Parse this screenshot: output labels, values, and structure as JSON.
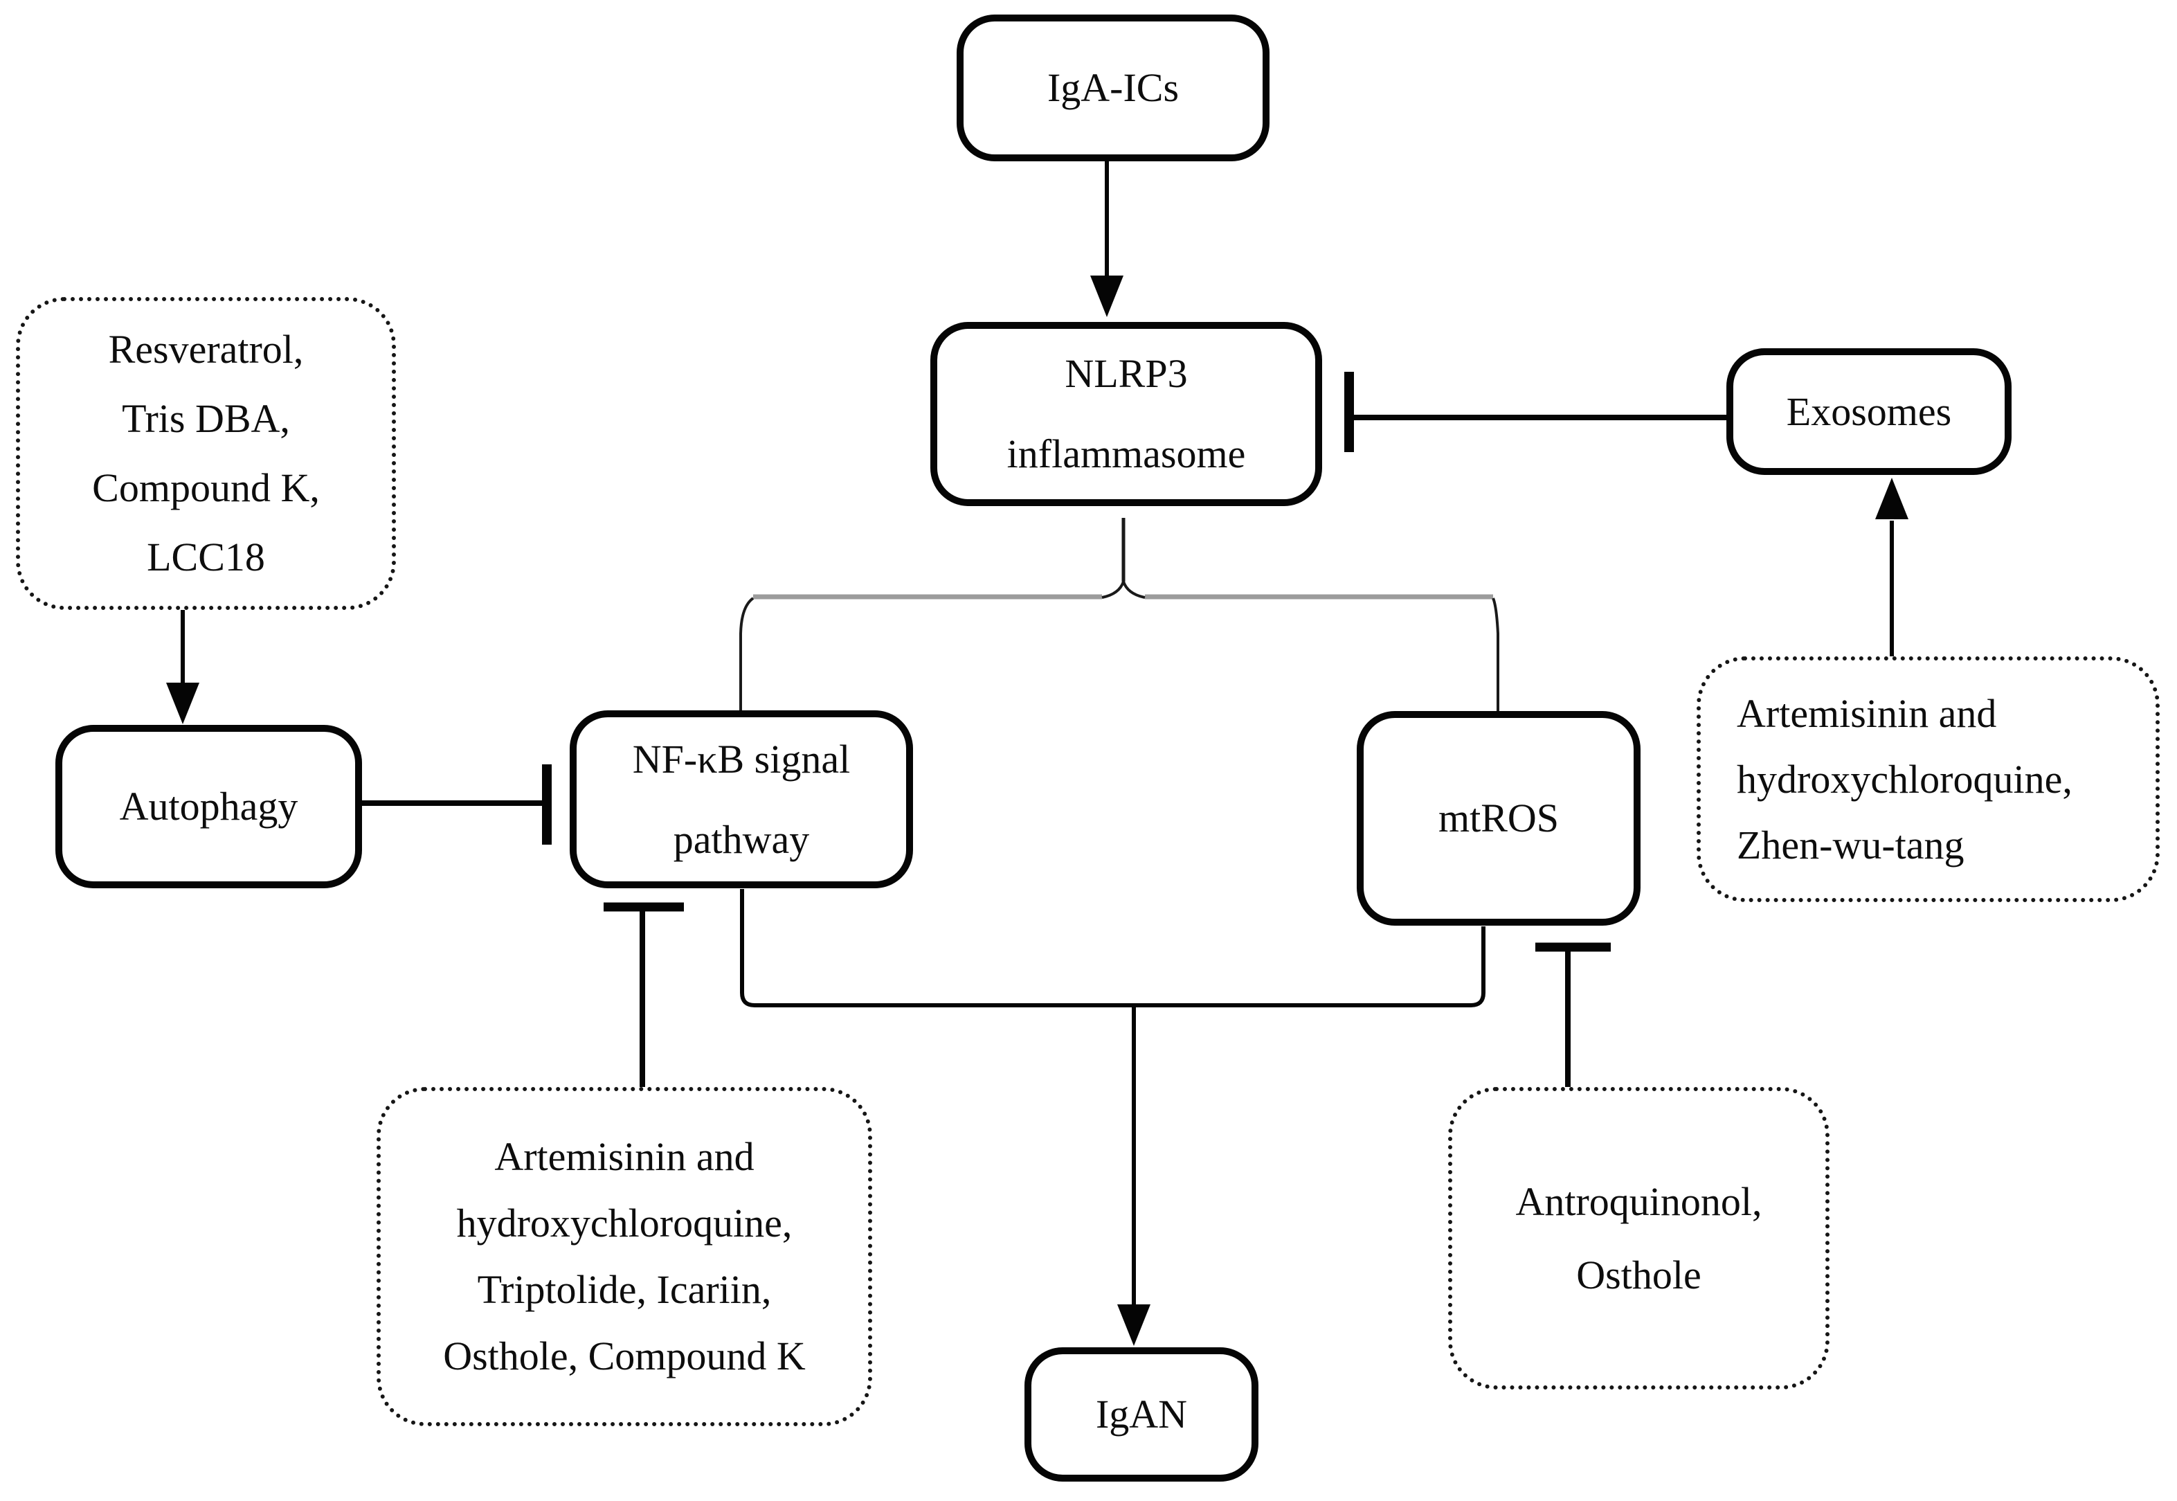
{
  "figure": {
    "background_color": "#ffffff",
    "line_color": "#050505",
    "branch_line_color": "#9c9c9c",
    "description": "Signaling diagram of NLRP3 inflammasome in IgA nephropathy with inhibiting compounds"
  },
  "nodes": {
    "iga_ics": {
      "label": "IgA-ICs",
      "box_style": "solid"
    },
    "nlrp3": {
      "lines": [
        "NLRP3",
        "inflammasome"
      ],
      "box_style": "solid"
    },
    "exosomes": {
      "label": "Exosomes",
      "box_style": "solid"
    },
    "autophagy": {
      "label": "Autophagy",
      "box_style": "solid"
    },
    "nfkb": {
      "lines": [
        "NF-κB signal",
        "pathway"
      ],
      "box_style": "solid"
    },
    "mtros": {
      "label": "mtROS",
      "box_style": "solid"
    },
    "igan": {
      "label": "IgAN",
      "box_style": "solid"
    },
    "autophagy_inducers": {
      "lines": [
        "Resveratrol,",
        "Tris DBA,",
        "Compound K,",
        "LCC18"
      ],
      "box_style": "dotted"
    },
    "nfkb_inhibitors": {
      "lines": [
        "Artemisinin and",
        "hydroxychloroquine,",
        "Triptolide, Icariin,",
        "Osthole, Compound K"
      ],
      "box_style": "dotted"
    },
    "mtros_inhibitors": {
      "lines": [
        "Antroquinonol,",
        "Osthole"
      ],
      "box_style": "dotted"
    },
    "exosome_modulators": {
      "lines": [
        "Artemisinin and",
        "hydroxychloroquine,",
        "Zhen-wu-tang"
      ],
      "box_style": "dotted"
    }
  },
  "edges": [
    {
      "from": "IgA-ICs",
      "to": "NLRP3 inflammasome",
      "type": "arrow"
    },
    {
      "from": "Exosomes",
      "to": "NLRP3 inflammasome",
      "type": "inhibition"
    },
    {
      "from": "Artemisinin and hydroxychloroquine, Zhen-wu-tang",
      "to": "Exosomes",
      "type": "arrow"
    },
    {
      "from": "NLRP3 inflammasome",
      "to": "NF-κB signal pathway",
      "type": "branch"
    },
    {
      "from": "NLRP3 inflammasome",
      "to": "mtROS",
      "type": "branch"
    },
    {
      "from": "Resveratrol, Tris DBA, Compound K, LCC18",
      "to": "Autophagy",
      "type": "arrow"
    },
    {
      "from": "Autophagy",
      "to": "NF-κB signal pathway",
      "type": "inhibition"
    },
    {
      "from": "Artemisinin and hydroxychloroquine, Triptolide, Icariin, Osthole, Compound K",
      "to": "NF-κB signal pathway",
      "type": "inhibition"
    },
    {
      "from": "Antroquinonol, Osthole",
      "to": "mtROS",
      "type": "inhibition"
    },
    {
      "from": "NF-κB signal pathway",
      "to": "IgAN",
      "type": "arrow"
    },
    {
      "from": "mtROS",
      "to": "IgAN",
      "type": "arrow"
    }
  ]
}
